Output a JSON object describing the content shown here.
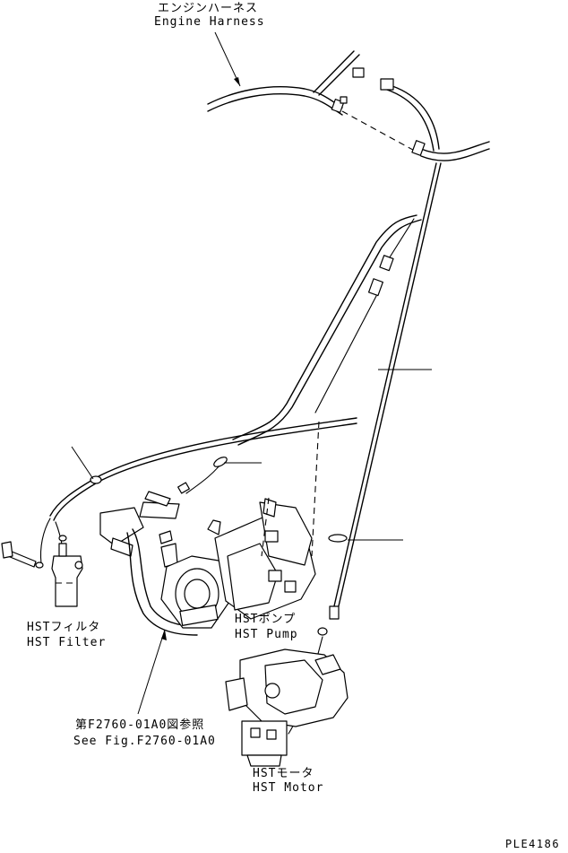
{
  "labels": {
    "engine_harness_jp": "エンジンハーネス",
    "engine_harness_en": "Engine Harness",
    "hst_filter_jp": "HSTフィルタ",
    "hst_filter_en": "HST Filter",
    "hst_pump_jp": "HSTポンプ",
    "hst_pump_en": "HST Pump",
    "hst_motor_jp": "HSTモータ",
    "hst_motor_en": "HST Motor",
    "ref_jp": "第F2760-01A0図参照",
    "ref_en": "See Fig.F2760-01A0",
    "drawing_no": "PLE4186"
  }
}
